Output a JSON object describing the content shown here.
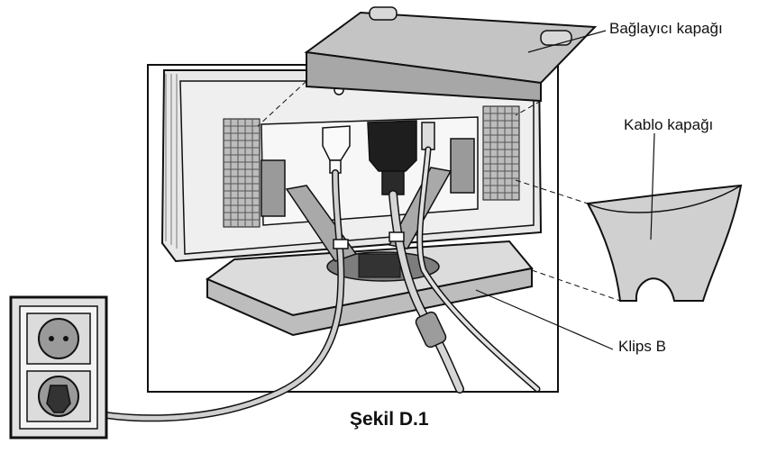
{
  "callouts": {
    "connector_cover": "Bağlayıcı kapağı",
    "cable_cover": "Kablo kapağı",
    "clip_b": "Klips B"
  },
  "caption": "Şekil D.1",
  "colors": {
    "line": "#111111",
    "panel_fill": "#c9c9c9",
    "light_fill": "#e6e6e6",
    "background": "#ffffff"
  }
}
